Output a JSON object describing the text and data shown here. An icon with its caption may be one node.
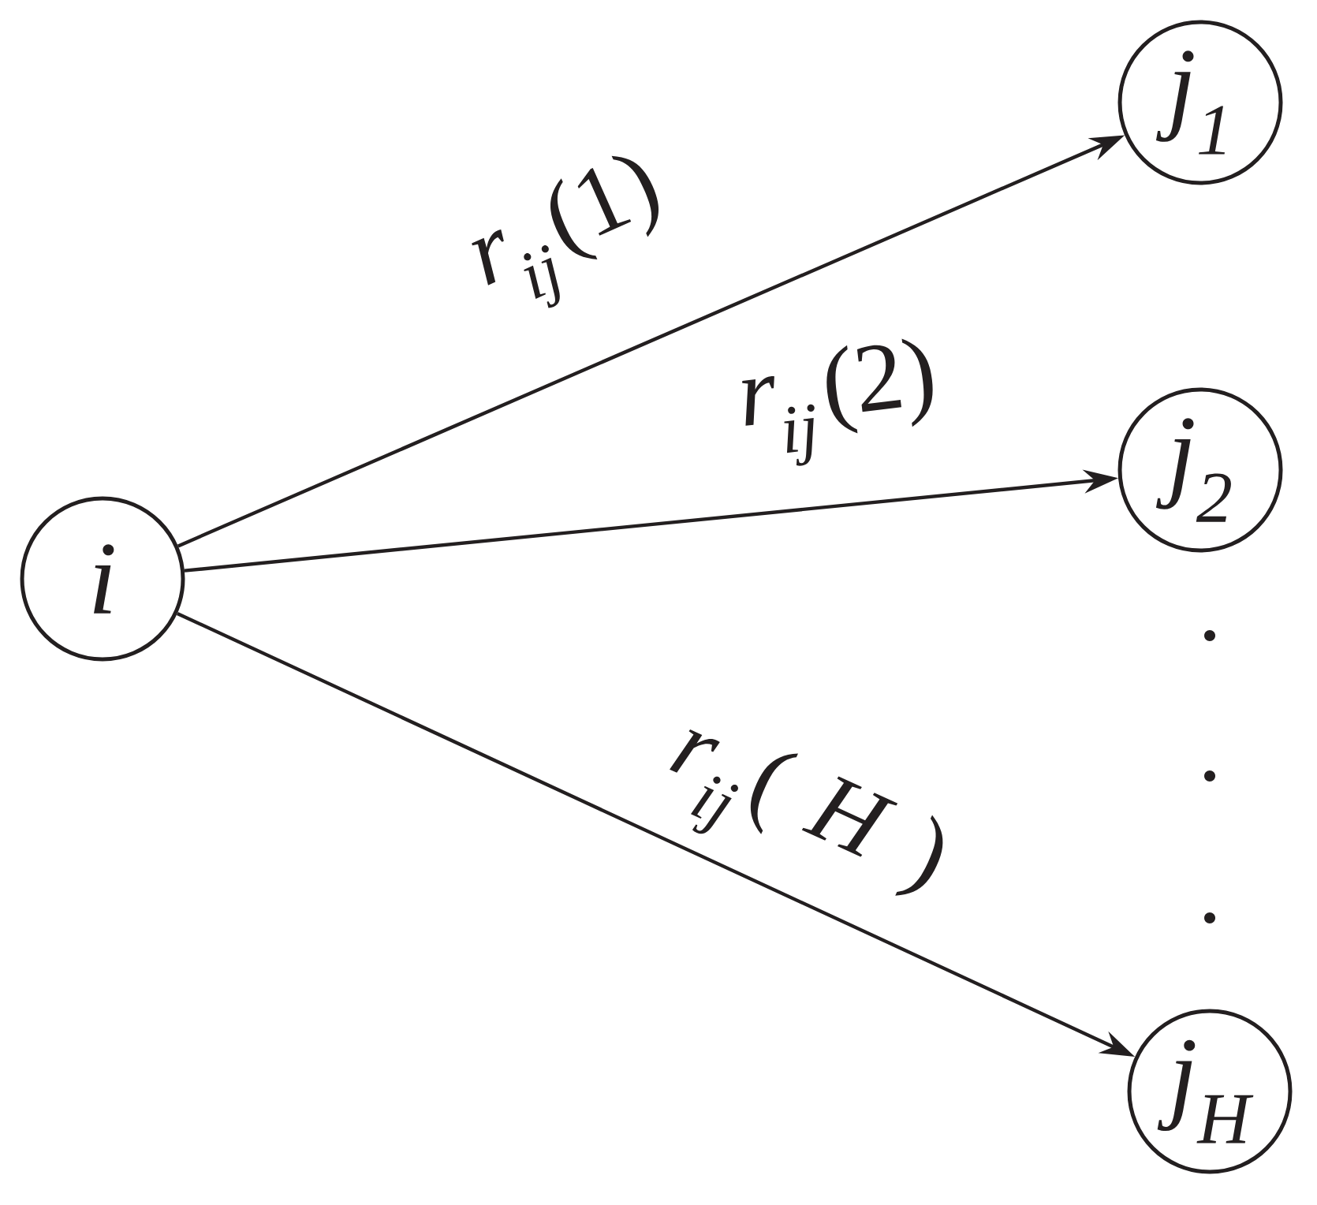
{
  "diagram": {
    "nodes": [
      {
        "text": [
          "i"
        ]
      },
      {
        "text": [
          "j$_{1}$"
        ]
      },
      {
        "text": [
          "j$_{2}$"
        ]
      },
      {
        "text": [
          "j$_{H}$"
        ]
      }
    ],
    "edges": [
      {
        "from": 0,
        "to": 1,
        "arrow": "to",
        "label": "*r$_{ij}$*(1)"
      },
      {
        "from": 0,
        "to": 2,
        "arrow": "to",
        "label": "*r$_{ij}$*(2)"
      },
      {
        "from": 0,
        "to": 3,
        "arrow": "to",
        "label": "*r$_{ij}$*(*H*)"
      }
    ]
  }
}
